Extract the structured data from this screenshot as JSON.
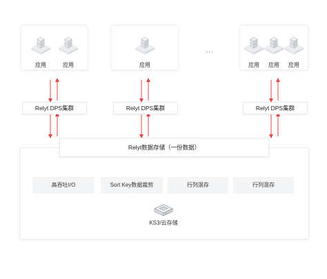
{
  "app_label": "应用",
  "ellipsis": "...",
  "cluster_label": "Relyt DPS集群",
  "storage_title": "Relyt数据存储（一份数据）",
  "features": [
    "高吞吐I/O",
    "Sort Key数据裁剪",
    "行列混存",
    "行列混存"
  ],
  "ks3_label": "KS3/云存储",
  "colors": {
    "arrow": "#e2464a",
    "border": "#e6e8ec",
    "feature_bg": "#f4f5f7"
  }
}
